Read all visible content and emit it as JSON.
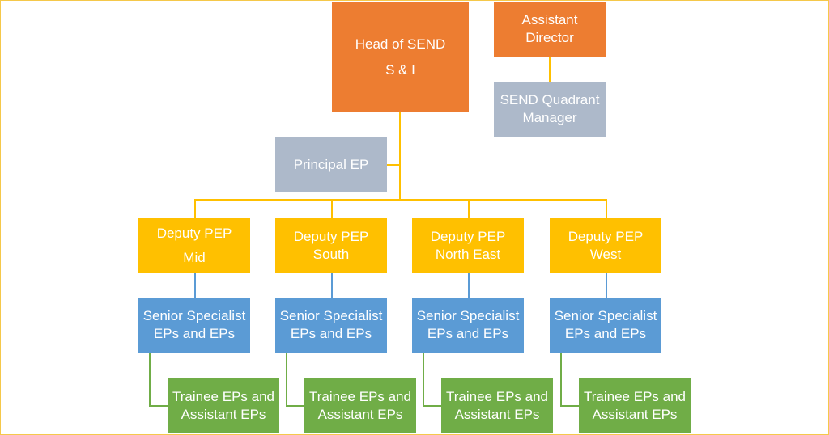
{
  "head": {
    "line1": "Head of SEND",
    "line2": "S & I"
  },
  "assistant_director": {
    "line1": "Assistant",
    "line2": "Director"
  },
  "quadrant_manager": {
    "line1": "SEND Quadrant",
    "line2": "Manager"
  },
  "principal_ep": {
    "label": "Principal EP"
  },
  "deputies": [
    {
      "line1": "Deputy PEP",
      "line2": "Mid"
    },
    {
      "line1": "Deputy PEP",
      "line2": "South"
    },
    {
      "line1": "Deputy PEP",
      "line2": "North East"
    },
    {
      "line1": "Deputy PEP",
      "line2": "West"
    }
  ],
  "seniors": [
    {
      "line1": "Senior Specialist",
      "line2": "EPs and EPs"
    },
    {
      "line1": "Senior Specialist",
      "line2": "EPs and EPs"
    },
    {
      "line1": "Senior Specialist",
      "line2": "EPs and EPs"
    },
    {
      "line1": "Senior Specialist",
      "line2": "EPs and EPs"
    }
  ],
  "trainees": [
    {
      "line1": "Trainee EPs and",
      "line2": "Assistant EPs"
    },
    {
      "line1": "Trainee EPs and",
      "line2": "Assistant EPs"
    },
    {
      "line1": "Trainee EPs and",
      "line2": "Assistant EPs"
    },
    {
      "line1": "Trainee EPs and",
      "line2": "Assistant EPs"
    }
  ],
  "colors": {
    "head": "#ed7d31",
    "manager": "#adb9ca",
    "deputy": "#ffc000",
    "senior": "#5b9bd5",
    "trainee": "#70ad47"
  }
}
